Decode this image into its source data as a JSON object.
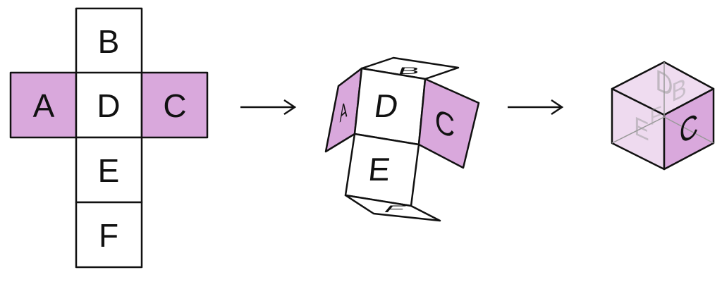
{
  "net": {
    "faces": {
      "top": "B",
      "left": "A",
      "center": "D",
      "right": "C",
      "bottom1": "E",
      "bottom2": "F"
    },
    "highlighted": [
      "A",
      "C"
    ]
  },
  "folding": {
    "faces": {
      "top": "B",
      "left": "A",
      "center": "D",
      "right": "C",
      "bottom1": "E",
      "bottom2": "F"
    }
  },
  "cube": {
    "front_right_label": "C",
    "ghost_labels": [
      "D",
      "B",
      "E",
      "F"
    ]
  },
  "arrows": [
    "→",
    "→"
  ],
  "colors": {
    "highlight": "#d9a8dc",
    "outline": "#111111",
    "cube_face": "#e6c9e9"
  }
}
